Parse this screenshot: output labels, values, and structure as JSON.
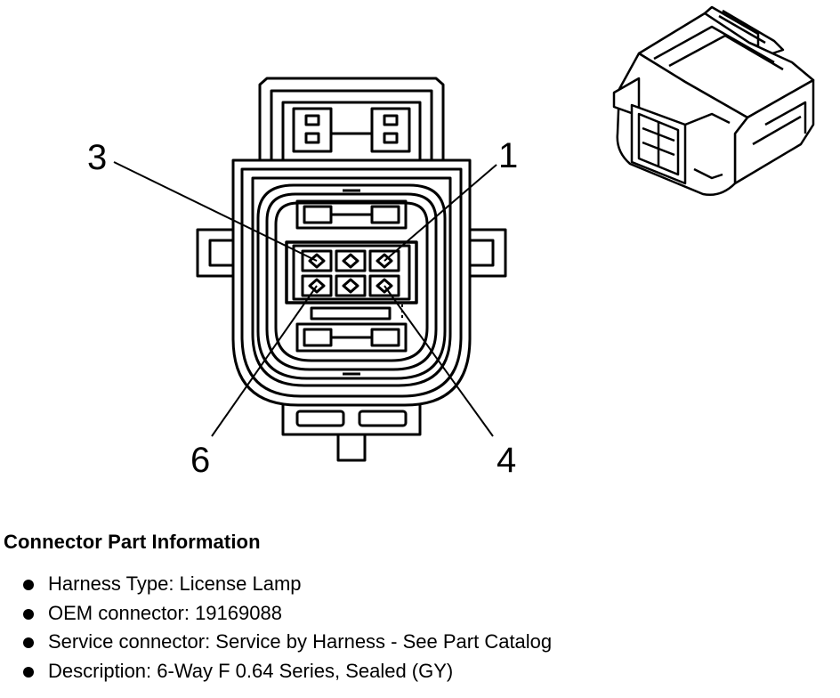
{
  "callouts": {
    "pin_1": "1",
    "pin_3": "3",
    "pin_4": "4",
    "pin_6": "6"
  },
  "info": {
    "heading": "Connector Part Information",
    "items": [
      {
        "text": "Harness Type: License Lamp"
      },
      {
        "text": "OEM connector: 19169088"
      },
      {
        "text": "Service connector: Service by Harness - See Part Catalog"
      },
      {
        "text": "Description: 6-Way F 0.64 Series, Sealed (GY)"
      }
    ]
  }
}
